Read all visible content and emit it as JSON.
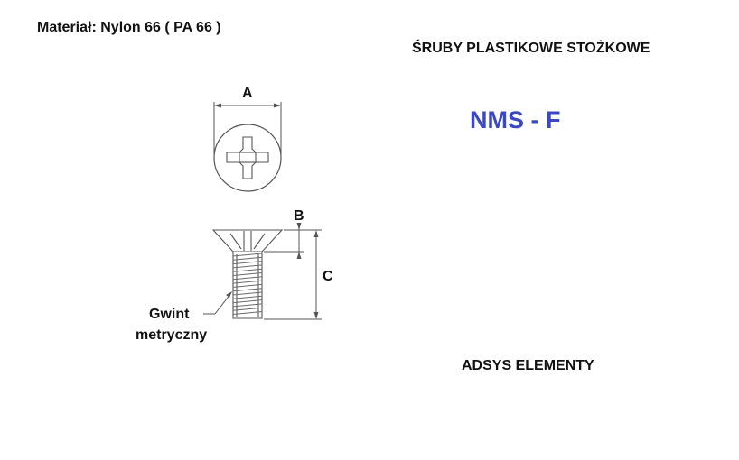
{
  "header": {
    "material": "Materiał: Nylon 66 ( PA 66 )",
    "title": "ŚRUBY PLASTIKOWE STOŻKOWE",
    "code": "NMS - F"
  },
  "drawing": {
    "dim_a": "A",
    "dim_b": "B",
    "dim_c": "C",
    "thread_label_line1": "Gwint",
    "thread_label_line2": "metryczny"
  },
  "footer": {
    "brand": "ADSYS ELEMENTY"
  },
  "colors": {
    "code": "#3b48c4",
    "text": "#111111",
    "line": "#555555"
  }
}
